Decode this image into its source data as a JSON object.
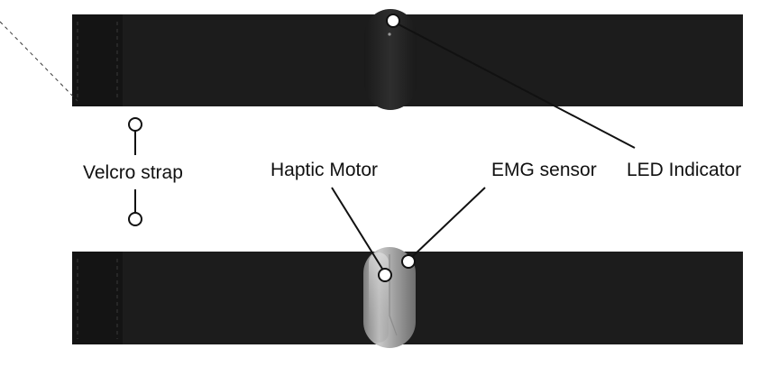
{
  "labels": {
    "velcro_strap": "Velcro strap",
    "haptic_motor": "Haptic Motor",
    "emg_sensor": "EMG sensor",
    "led_indicator": "LED Indicator"
  },
  "colors": {
    "strap": "#1c1c1c",
    "velcro_patch": "#141414",
    "pod_front": "#222222",
    "pod_back": "#a9a9a9",
    "callout_line": "#111111"
  }
}
